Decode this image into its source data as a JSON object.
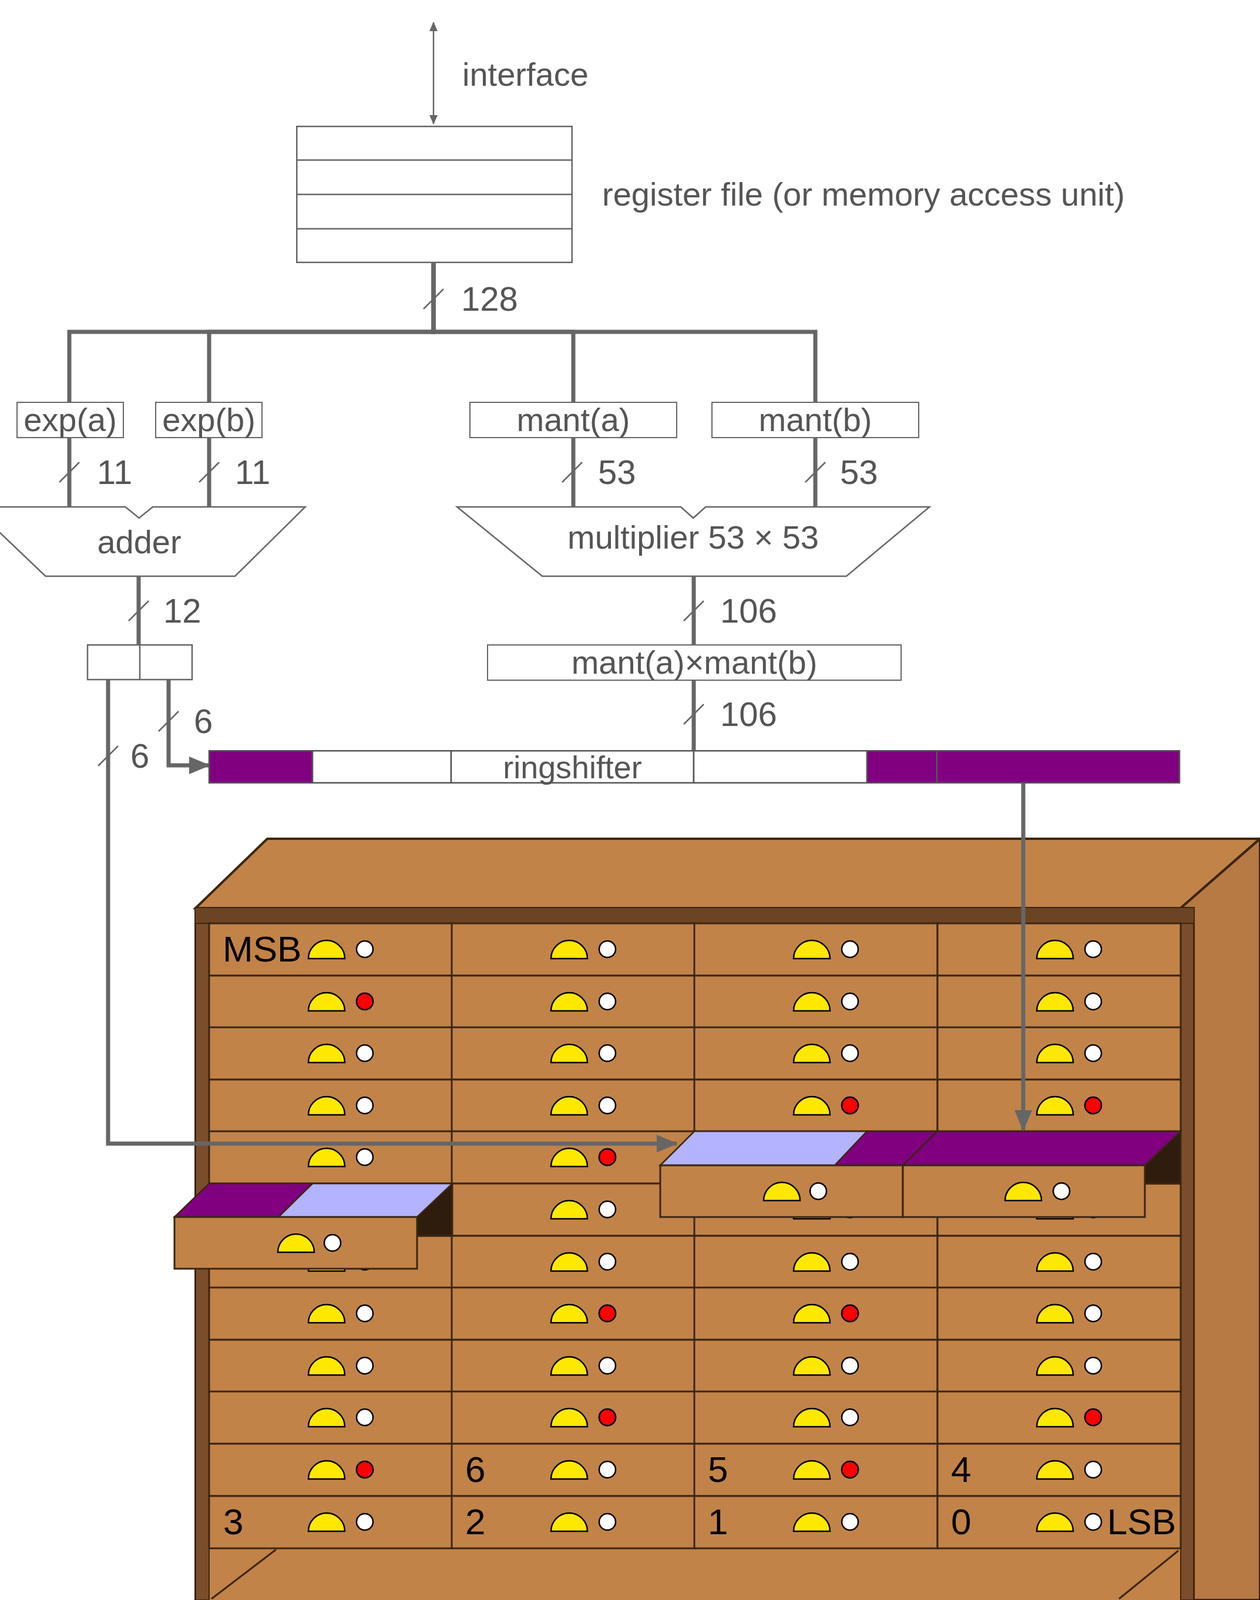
{
  "diagram": {
    "nodes": [
      {
        "text": [
          "register file (or memory access unit)"
        ]
      },
      {
        "text": [
          "exp(a)"
        ]
      },
      {
        "text": [
          "exp(b)"
        ]
      },
      {
        "text": [
          "mant(a)"
        ]
      },
      {
        "text": [
          "mant(b)"
        ]
      },
      {
        "text": [
          "adder"
        ]
      },
      {
        "text": [
          "multiplier 53 × 53"
        ]
      },
      {
        "text": [
          "mant(a)×mant(b)"
        ]
      },
      {
        "text": [
          "ringshifter"
        ]
      }
    ],
    "edges": [
      {
        "from": 0,
        "to": 1,
        "arrow": "none"
      },
      {
        "from": 0,
        "to": 2,
        "arrow": "none"
      },
      {
        "from": 0,
        "to": 3,
        "arrow": "none"
      },
      {
        "from": 0,
        "to": 4,
        "arrow": "none"
      },
      {
        "from": 1,
        "to": 5,
        "arrow": "none",
        "label": "11"
      },
      {
        "from": 2,
        "to": 5,
        "arrow": "none",
        "label": "11"
      },
      {
        "from": 3,
        "to": 6,
        "arrow": "none",
        "label": "53"
      },
      {
        "from": 4,
        "to": 6,
        "arrow": "none",
        "label": "53"
      },
      {
        "from": 6,
        "to": 7,
        "arrow": "none",
        "label": "106"
      },
      {
        "from": 7,
        "to": 8,
        "arrow": "none",
        "label": "106"
      },
      {
        "from": 5,
        "to": 8,
        "arrow": "to"
      }
    ],
    "labels": [
      "interface",
      "128",
      "12",
      "6",
      "6",
      "MSB",
      "6",
      "5",
      "4",
      "3",
      "2",
      "1",
      "0",
      "LSB"
    ]
  }
}
